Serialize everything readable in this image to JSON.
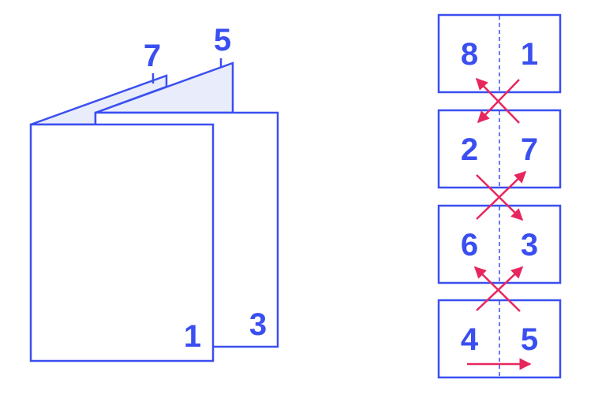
{
  "colors": {
    "outline": "#3a4ff0",
    "number": "#3a4ff0",
    "arrow": "#e8265e",
    "tint": "#e9ecfb",
    "background": "#ffffff"
  },
  "booklet": {
    "front_page_label": "1",
    "back_page_label": "3",
    "top_left_label": "7",
    "top_right_label": "5"
  },
  "sheets": [
    {
      "left_label": "8",
      "right_label": "1"
    },
    {
      "left_label": "2",
      "right_label": "7"
    },
    {
      "left_label": "6",
      "right_label": "3"
    },
    {
      "left_label": "4",
      "right_label": "5"
    }
  ]
}
